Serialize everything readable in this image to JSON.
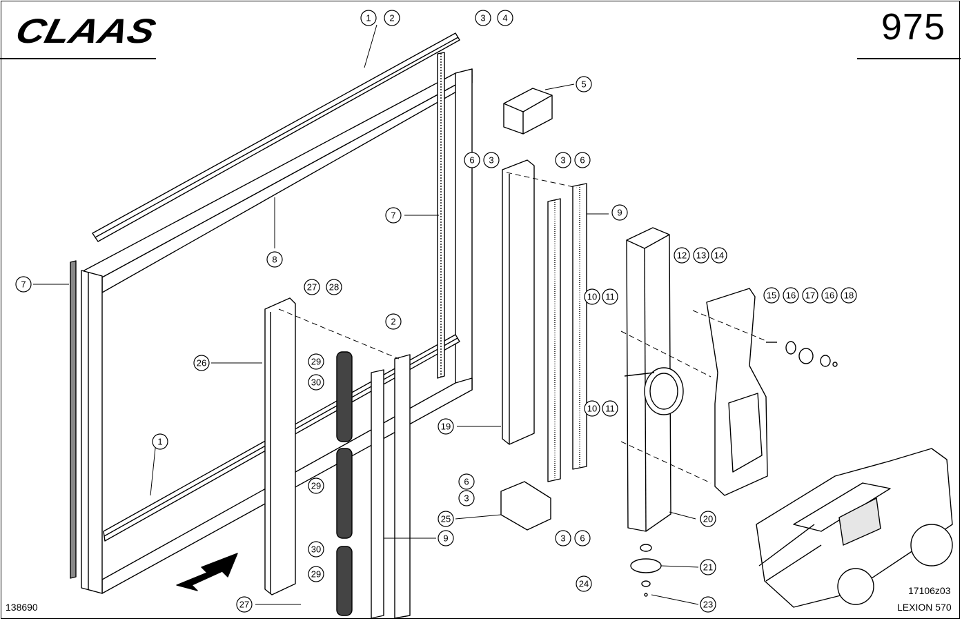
{
  "header": {
    "brand": "CLAAS",
    "page_number": "975"
  },
  "footer": {
    "left_code": "138690",
    "drawing_code": "17106z03",
    "model": "LEXION 570"
  },
  "callouts": [
    "1",
    "2",
    "3",
    "4",
    "5",
    "6",
    "3",
    "3",
    "6",
    "7",
    "7",
    "8",
    "9",
    "12",
    "13",
    "14",
    "10",
    "11",
    "15",
    "16",
    "17",
    "16",
    "18",
    "27",
    "28",
    "26",
    "2",
    "29",
    "30",
    "19",
    "10",
    "11",
    "1",
    "29",
    "6",
    "3",
    "25",
    "30",
    "20",
    "3",
    "6",
    "9",
    "21",
    "24",
    "29",
    "27",
    "23"
  ],
  "colors": {
    "line": "#000000",
    "background": "#ffffff",
    "shade": "#e6e6e6"
  }
}
